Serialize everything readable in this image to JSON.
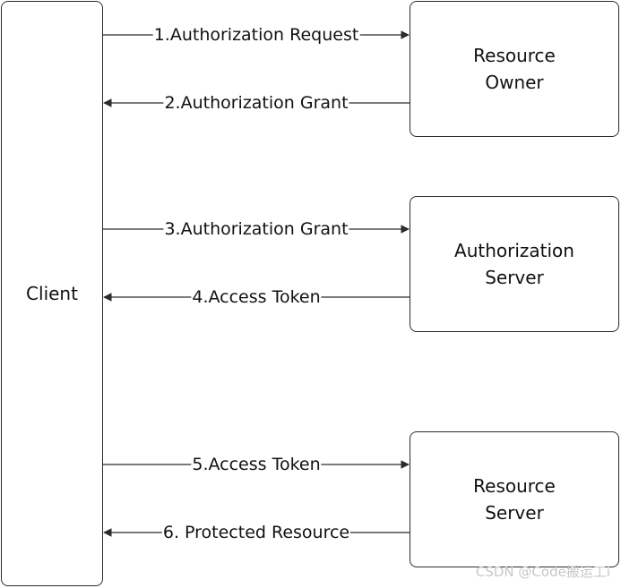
{
  "nodes": {
    "client": "Client",
    "resource_owner": [
      "Resource",
      "Owner"
    ],
    "authorization_server": [
      "Authorization",
      "Server"
    ],
    "resource_server": [
      "Resource",
      "Server"
    ]
  },
  "flows": [
    {
      "label": "1.Authorization Request"
    },
    {
      "label": "2.Authorization Grant"
    },
    {
      "label": "3.Authorization Grant"
    },
    {
      "label": "4.Access Token"
    },
    {
      "label": "5.Access Token"
    },
    {
      "label": "6. Protected Resource"
    }
  ],
  "watermark": "CSDN @Code搬运工i",
  "colors": {
    "stroke": "#2b2b2b",
    "text": "#111111",
    "watermark": "#c8c8c8"
  }
}
